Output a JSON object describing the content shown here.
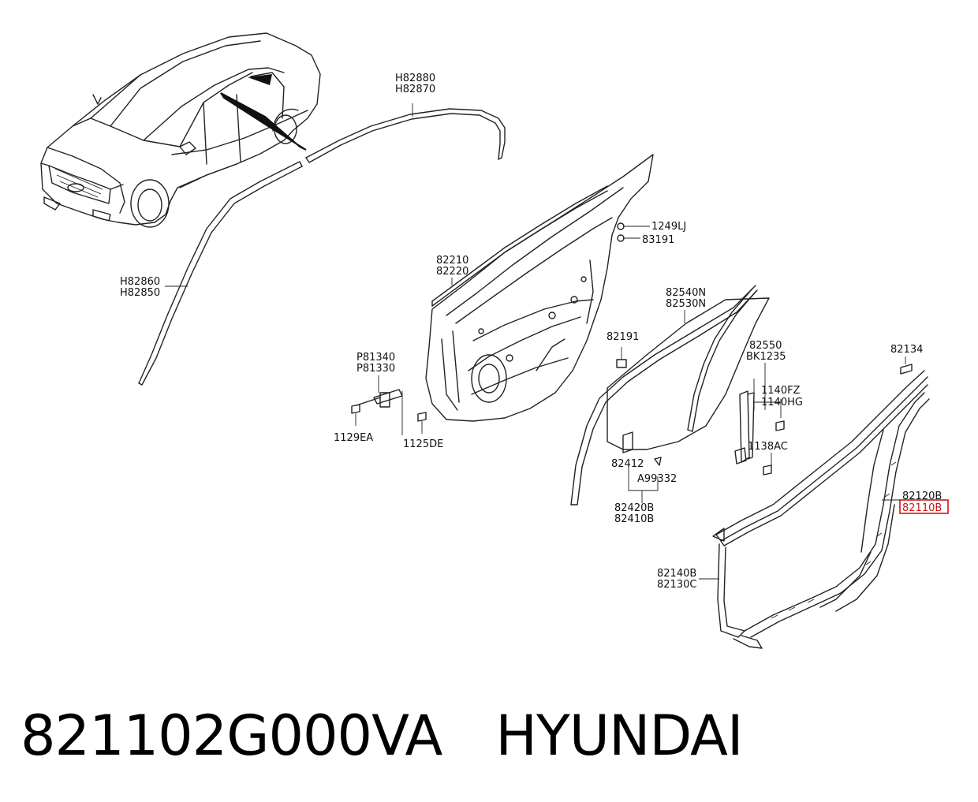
{
  "callouts": {
    "h82880": "H82880",
    "h82870": "H82870",
    "h82860": "H82860",
    "h82850": "H82850",
    "p1249lj": "1249LJ",
    "p83191": "83191",
    "p82210": "82210",
    "p82220": "82220",
    "p82540n": "82540N",
    "p82530n": "82530N",
    "p82191": "82191",
    "p81340": "P81340",
    "p81330": "P81330",
    "p82550": "82550",
    "bk1235": "BK1235",
    "p82134": "82134",
    "p1140fz": "1140FZ",
    "p1140hg": "1140HG",
    "p1129ea": "1129EA",
    "p1125de": "1125DE",
    "p1138ac": "1138AC",
    "p82412": "82412",
    "a99332": "A99332",
    "p82420b": "82420B",
    "p82410b": "82410B",
    "p82120b": "82120B",
    "p82110b": "82110B",
    "p82140b": "82140B",
    "p82130c": "82130C"
  },
  "highlight": {
    "part": "82110B",
    "color": "#d01414"
  },
  "footer": {
    "part_number": "821102G000VA",
    "brand": "HYUNDAI"
  }
}
